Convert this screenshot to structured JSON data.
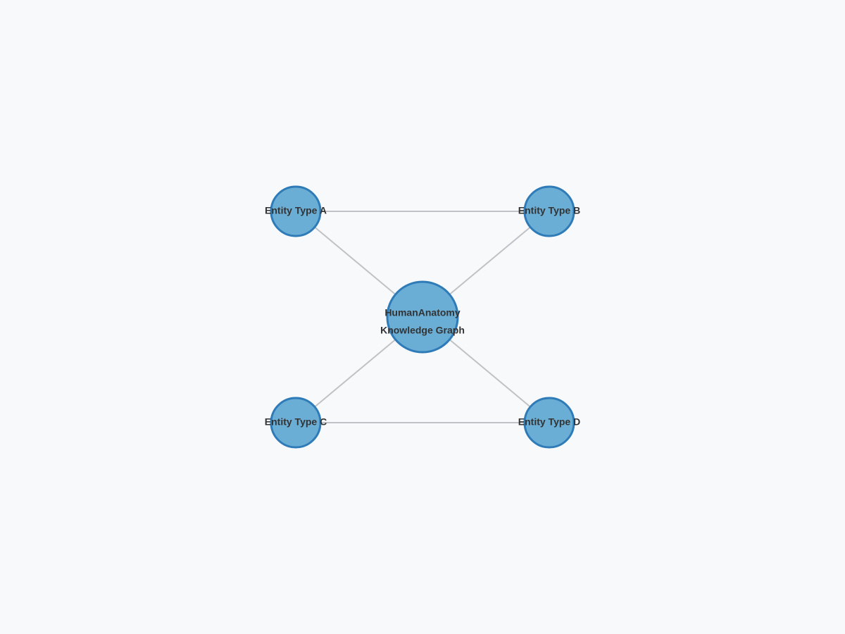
{
  "diagram": {
    "center_node": {
      "id": "center",
      "label_lines": [
        "HumanAnatomy",
        "Knowledge Graph"
      ]
    },
    "nodes": [
      {
        "id": "a",
        "label": "Entity Type A"
      },
      {
        "id": "b",
        "label": "Entity Type B"
      },
      {
        "id": "c",
        "label": "Entity Type C"
      },
      {
        "id": "d",
        "label": "Entity Type D"
      }
    ],
    "edges": [
      {
        "from": "a",
        "to": "b"
      },
      {
        "from": "c",
        "to": "d"
      },
      {
        "from": "a",
        "to": "d"
      },
      {
        "from": "b",
        "to": "c"
      }
    ],
    "colors": {
      "node_fill": "#6aaed6",
      "node_stroke": "#2e7bb8",
      "edge": "#bfc3c7",
      "label": "#333333",
      "background": "#f7f9fb"
    }
  }
}
